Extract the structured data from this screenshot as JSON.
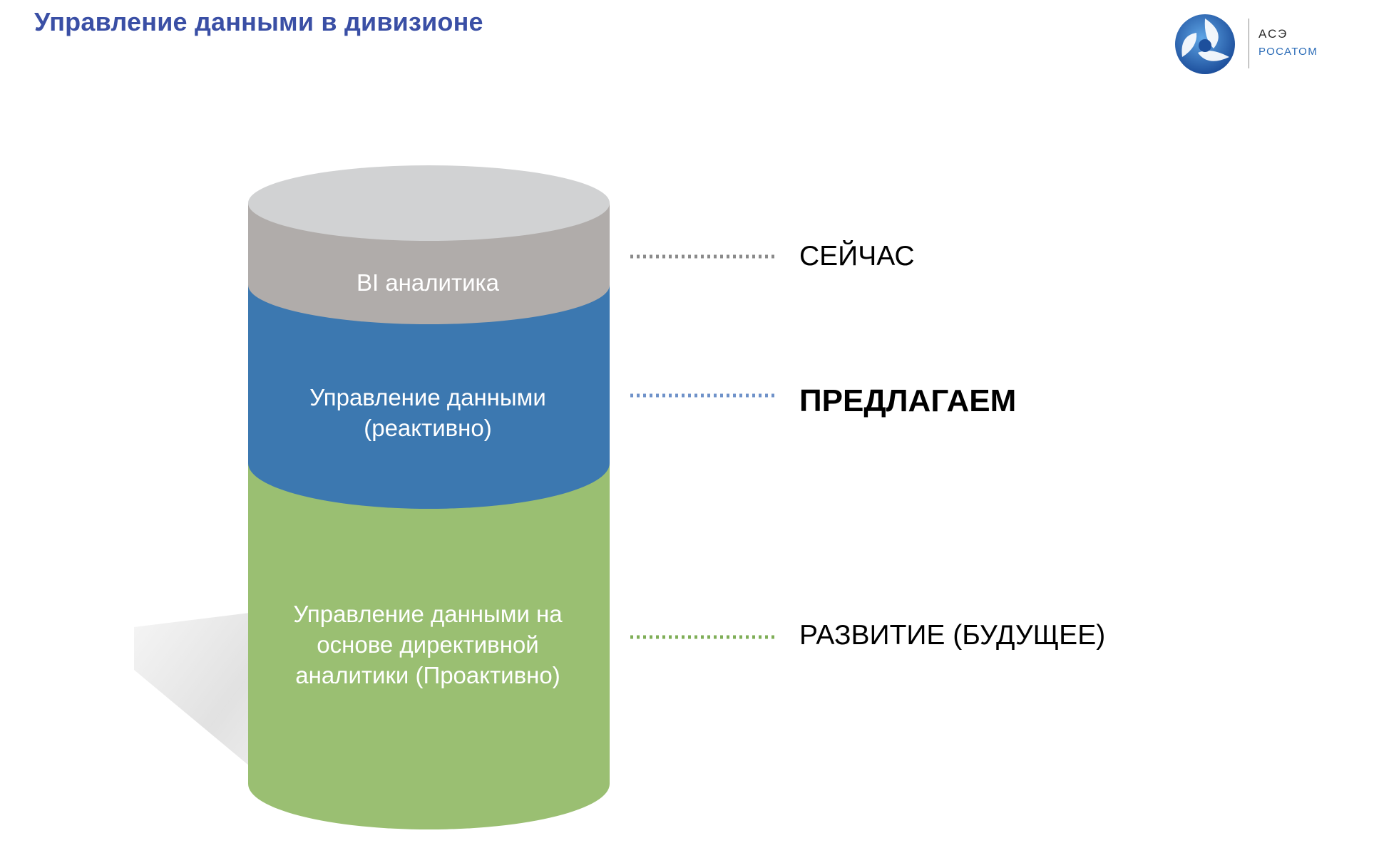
{
  "header": {
    "title": "Управление данными в дивизионе"
  },
  "logo": {
    "icon": "rosatom-atom-icon",
    "line1": "АСЭ",
    "line2": "РОСАТОМ",
    "color": "#2a6bb7"
  },
  "cylinder": {
    "layers": [
      {
        "label": "BI аналитика",
        "color": "#b0acaa"
      },
      {
        "label": "Управление данными (реактивно)",
        "color": "#3c78b0"
      },
      {
        "label": "Управление данными на основе директивной аналитики (Проактивно)",
        "color": "#9abf72"
      }
    ],
    "top_color": "#d1d2d3"
  },
  "stages": [
    {
      "label": "СЕЙЧАС",
      "connector_color": "#8a8a8a",
      "bold": false
    },
    {
      "label": "ПРЕДЛАГАЕМ",
      "connector_color": "#6f92c9",
      "bold": true
    },
    {
      "label": "РАЗВИТИЕ (БУДУЩЕЕ)",
      "connector_color": "#7fae57",
      "bold": false
    }
  ]
}
